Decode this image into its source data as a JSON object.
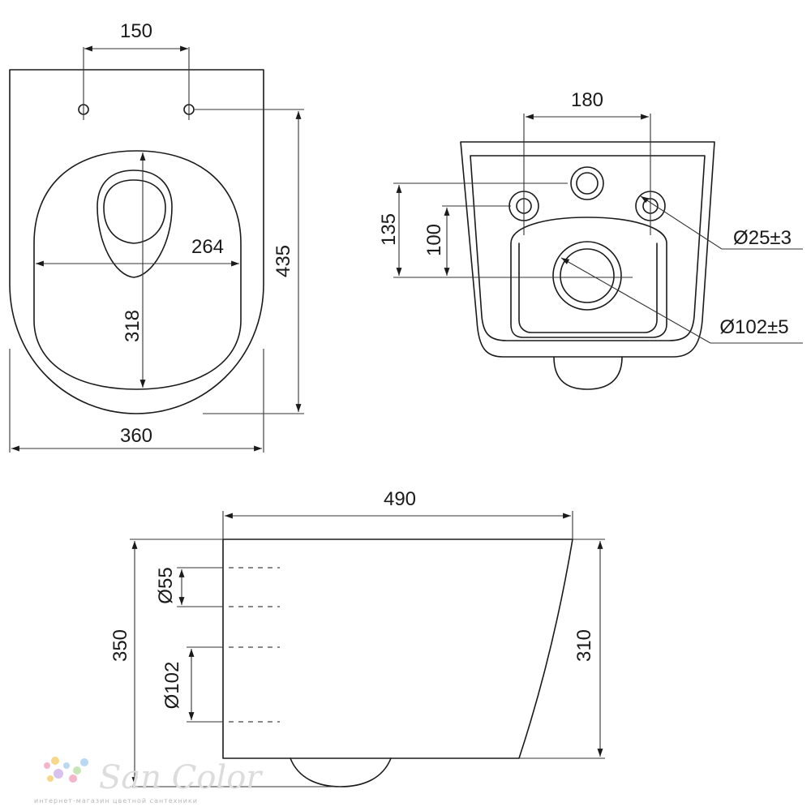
{
  "top_view": {
    "mount_spacing": "150",
    "bowl_width": "264",
    "bowl_length": "318",
    "total_length": "435",
    "total_width": "360"
  },
  "rear_view": {
    "inlet_spacing": "180",
    "height_outer": "135",
    "height_inner": "100",
    "inlet_diameter": "Ø25±3",
    "outlet_diameter": "Ø102±5"
  },
  "side_view": {
    "depth": "490",
    "height_total": "350",
    "height_body": "310",
    "pipe_small": "Ø55",
    "pipe_large": "Ø102"
  },
  "watermark": {
    "brand": "San Color",
    "tagline": "интернет-магазин цветной сантехники",
    "dot_colors": [
      "#f5b5c8",
      "#f7d88a",
      "#b9d9f2",
      "#c7e6b8",
      "#d8c1ec"
    ]
  }
}
